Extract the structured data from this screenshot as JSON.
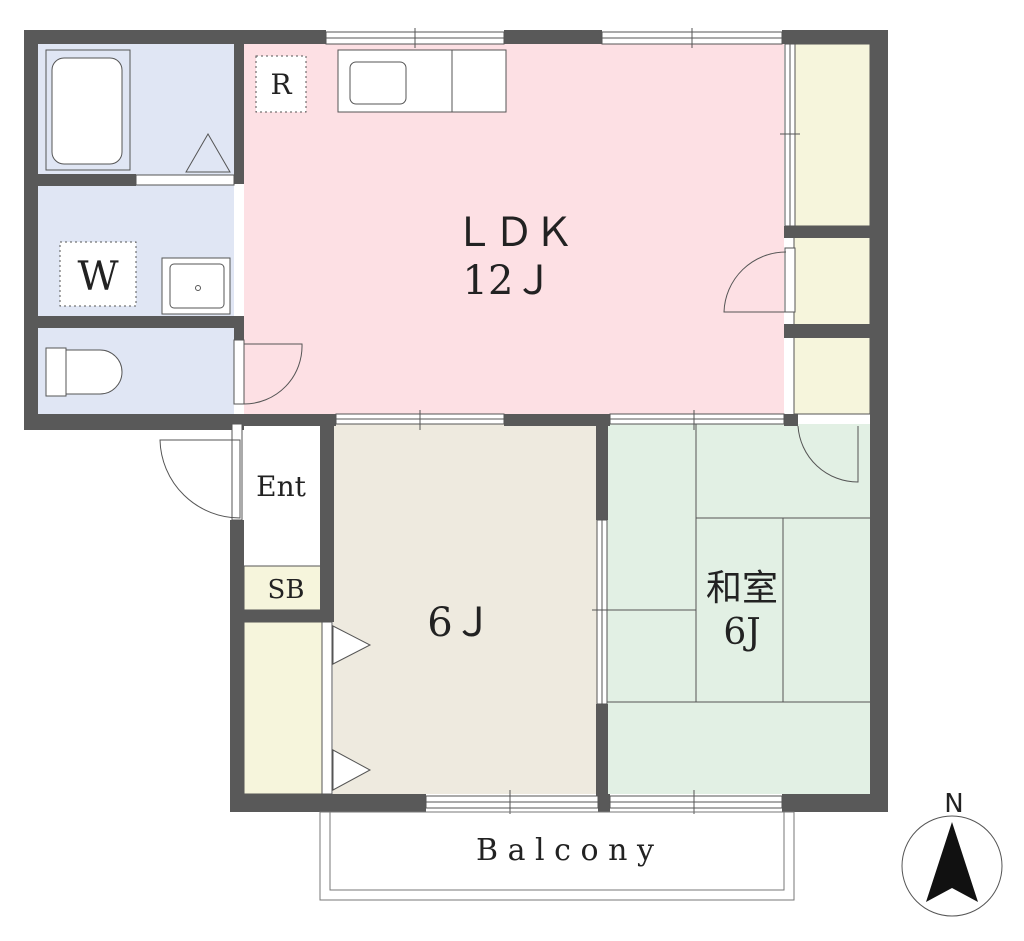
{
  "rooms": {
    "ldk": {
      "name": "ＬＤＫ",
      "size": "12Ｊ"
    },
    "western": {
      "size": "6Ｊ"
    },
    "japanese": {
      "name": "和室",
      "size": "6J"
    },
    "entrance": {
      "name": "Ent"
    },
    "shoe_box": {
      "name": "SB"
    },
    "washer": {
      "name": "W"
    },
    "fridge": {
      "name": "R"
    }
  },
  "balcony": {
    "label": "B a l c o n y"
  },
  "compass": {
    "north": "N"
  },
  "colors": {
    "ldk": "#fde0e4",
    "western": "#eeeadf",
    "japanese": "#e2f0e4",
    "wet_area": "#e0e6f4",
    "closet": "#f6f5dc",
    "wall": "#595959"
  }
}
